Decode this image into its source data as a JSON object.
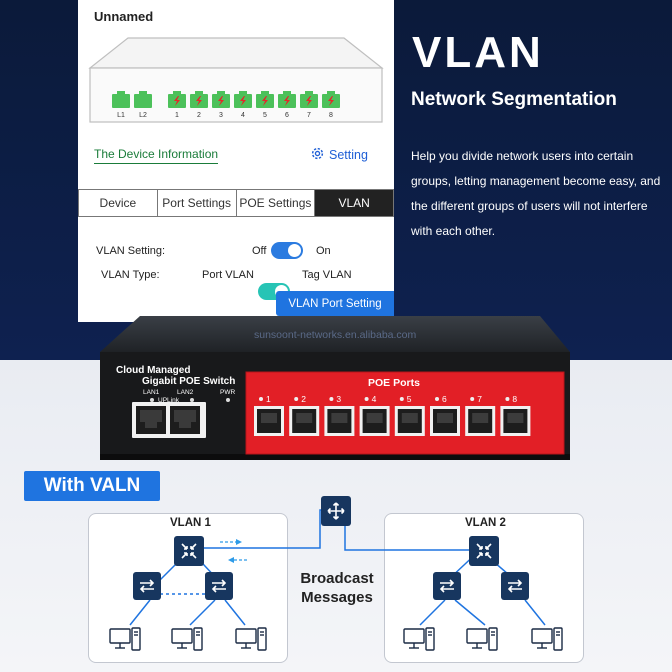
{
  "app": {
    "device_name": "Unnamed",
    "port_labels": [
      "L1",
      "L2",
      "1",
      "2",
      "3",
      "4",
      "5",
      "6",
      "7",
      "8"
    ],
    "device_info_link": "The Device Information",
    "setting_label": "Setting",
    "tabs": [
      {
        "label": "Device",
        "active": false
      },
      {
        "label": "Port Settings",
        "active": false
      },
      {
        "label": "POE Settings",
        "active": false
      },
      {
        "label": "VLAN",
        "active": true
      }
    ],
    "vlan_setting": {
      "label": "VLAN Setting:",
      "off": "Off",
      "on": "On",
      "value": "On"
    },
    "vlan_type": {
      "label": "VLAN Type:",
      "option_a": "Port VLAN",
      "option_b": "Tag VLAN",
      "value": "Tag VLAN"
    },
    "vlan_port_setting_button": "VLAN Port Setting"
  },
  "promo": {
    "title": "VLAN",
    "subtitle": "Network Segmentation",
    "description": "Help you divide network users into certain groups, letting management become easy, and the different groups of users will not interfere with each other."
  },
  "watermark": "sunsoont-networks.en.alibaba.com",
  "switch": {
    "line1": "Cloud Managed",
    "line2": "Gigabit POE Switch",
    "lan1": "LAN1",
    "lan2": "LAN2",
    "uplink": "UPLink",
    "pwr": "PWR",
    "poe_title": "POE Ports",
    "poe_ports": [
      "1",
      "2",
      "3",
      "4",
      "5",
      "6",
      "7",
      "8"
    ]
  },
  "diagram": {
    "badge": "With VALN",
    "vlan1_title": "VLAN 1",
    "vlan2_title": "VLAN 2",
    "center_text_line1": "Broadcast",
    "center_text_line2": "Messages"
  },
  "colors": {
    "accent_blue": "#1f74e0",
    "navy": "#0e2150",
    "port_green": "#4cc15a",
    "poe_red": "#e4262a",
    "icon_navy": "#17365f"
  },
  "icons": [
    "gear-icon",
    "router-icon",
    "core-switch-icon",
    "switch-icon",
    "computer-icon"
  ]
}
